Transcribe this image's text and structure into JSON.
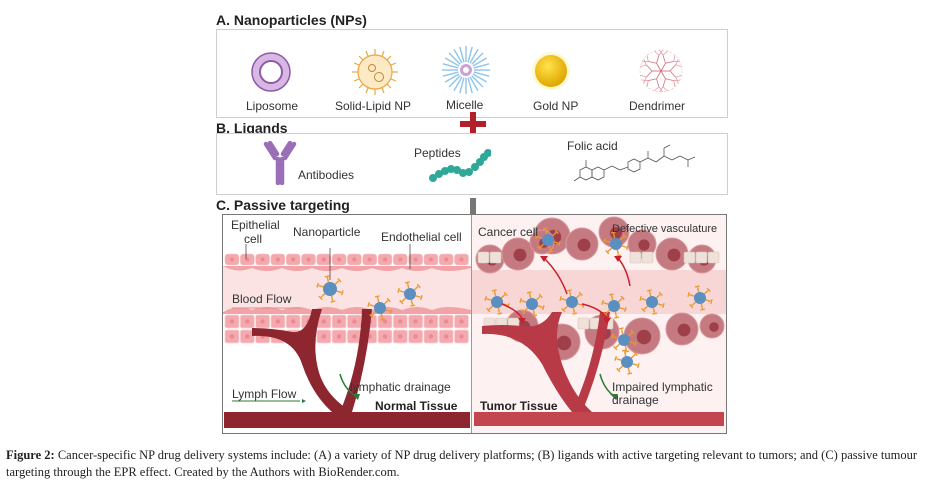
{
  "sections": {
    "a": {
      "title": "A. Nanoparticles (NPs)",
      "items": [
        {
          "label": "Liposome",
          "icon": "liposome-icon"
        },
        {
          "label": "Solid-Lipid NP",
          "icon": "solid-lipid-np-icon"
        },
        {
          "label": "Micelle",
          "icon": "micelle-icon"
        },
        {
          "label": "Gold NP",
          "icon": "gold-np-icon"
        },
        {
          "label": "Dendrimer",
          "icon": "dendrimer-icon"
        }
      ]
    },
    "b": {
      "title": "B. Ligands",
      "items": [
        {
          "label": "Antibodies",
          "icon": "antibody-icon"
        },
        {
          "label": "Peptides",
          "icon": "peptide-chain-icon"
        },
        {
          "label": "Folic acid",
          "icon": "folic-acid-structure-icon"
        }
      ]
    },
    "c": {
      "title": "C. Passive targeting",
      "labels": {
        "epithelial_cell": "Epithelial cell",
        "epithelial_line1": "Epithelial",
        "epithelial_line2": "cell",
        "nanoparticle": "Nanoparticle",
        "endothelial_cell": "Endothelial cell",
        "blood_flow": "Blood Flow",
        "lymph_flow": "Lymph Flow",
        "lymphatic_drainage": "lymphatic drainage",
        "normal_tissue": "Normal Tissue",
        "cancer_cell": "Cancer cell",
        "defective_vasculature": "Defective vasculature",
        "tumor_tissue": "Tumor Tissue",
        "impaired_line1": "Impaired lymphatic",
        "impaired_line2": "drainage"
      }
    }
  },
  "connectors": {
    "plus": "plus-icon",
    "arrow": "down-arrow-icon"
  },
  "caption": {
    "label": "Figure 2:",
    "text": " Cancer-specific NP drug delivery systems include: (A) a variety of NP drug delivery platforms; (B) ligands with active targeting relevant to tumors; and (C) passive tumour targeting through the EPR effect. Created by the Authors with BioRender.com."
  },
  "colors": {
    "liposome": "#c9a3d6",
    "antibody": "#9b6fb8",
    "peptide": "#2fa897",
    "gold": "#f5c400",
    "plus": "#b3202a",
    "vessel": "#8e2630",
    "blood_bg": "#fbe3e3",
    "nanoparticle": "#5b8fbf",
    "ligand": "#e89a2d"
  }
}
